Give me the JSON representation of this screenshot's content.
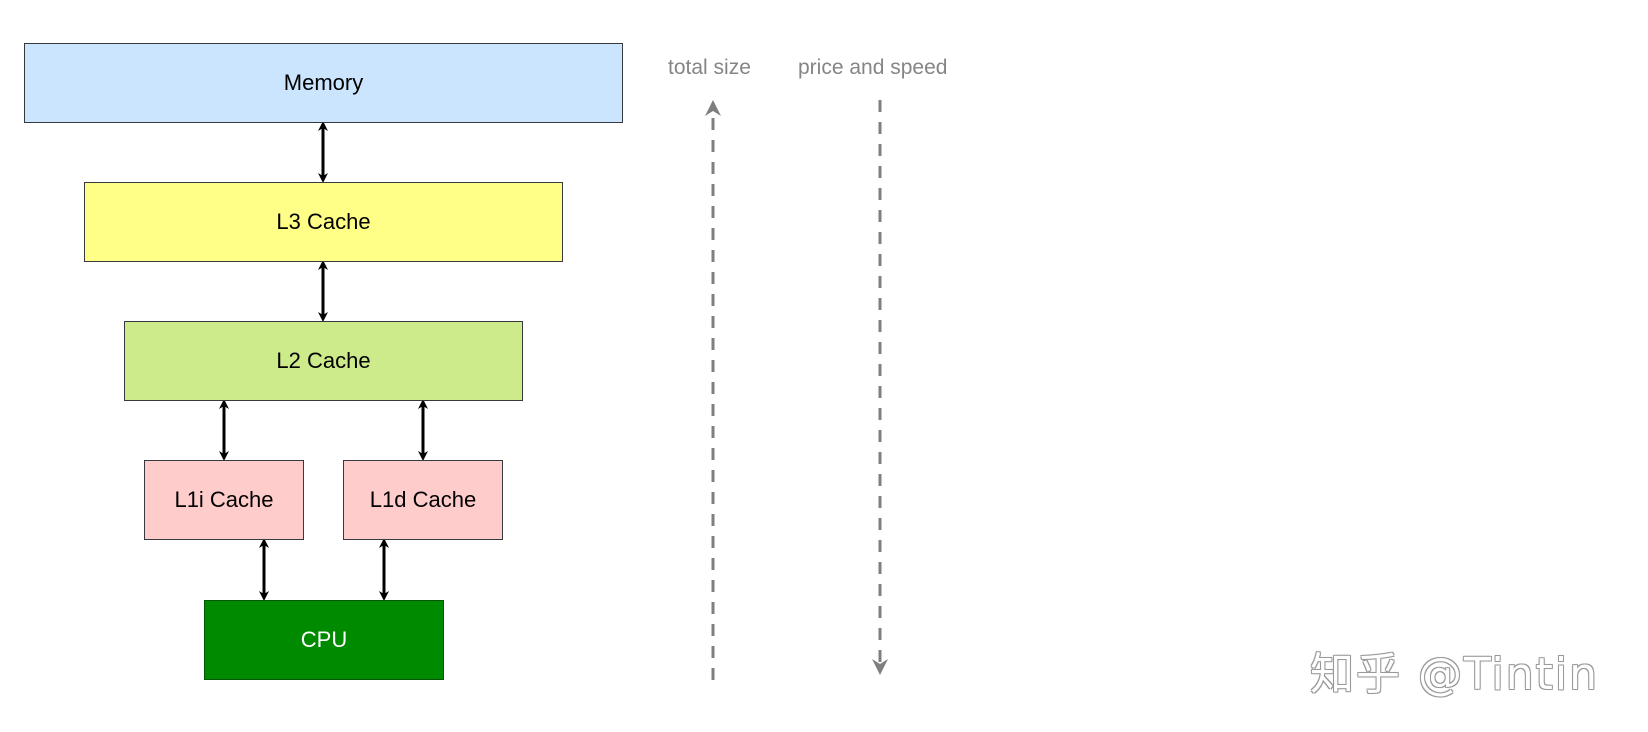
{
  "diagram": {
    "boxes": {
      "memory": "Memory",
      "l3": "L3 Cache",
      "l2": "L2 Cache",
      "l1i": "L1i Cache",
      "l1d": "L1d Cache",
      "cpu": "CPU"
    },
    "axes": {
      "size_label": "total size",
      "price_label": "price and speed"
    },
    "colors": {
      "memory_fill": "#cce5ff",
      "l3_fill": "#ffff88",
      "l2_fill": "#cdeb8b",
      "l1_fill": "#ffcccc",
      "cpu_fill": "#008a00",
      "axis_color": "#858585"
    }
  },
  "watermark": "知乎 @Tintin"
}
